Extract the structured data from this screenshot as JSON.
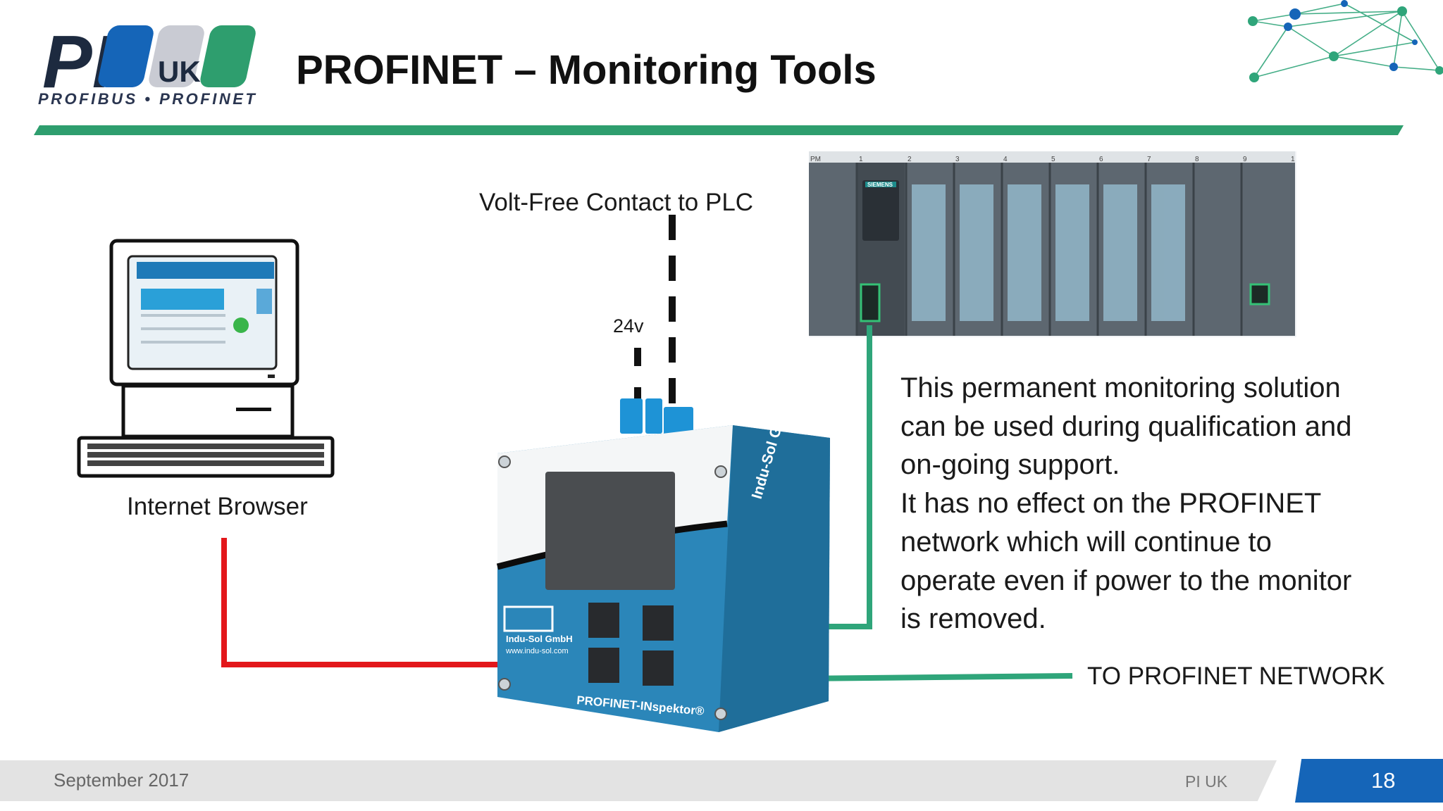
{
  "slide": {
    "title": "PROFINET – Monitoring Tools",
    "logo": {
      "main_text": "PI",
      "sub_text": "UK",
      "tagline": "PROFIBUS • PROFINET"
    },
    "labels": {
      "volt_free": "Volt-Free Contact to PLC",
      "power": "24v",
      "browser": "Internet Browser",
      "network": "TO PROFINET NETWORK"
    },
    "description": [
      "This permanent monitoring solution",
      "can be used during qualification and",
      "on-going support.",
      "It has no effect on the PROFINET",
      "network which will continue to",
      "operate even if power to the monitor",
      "is removed."
    ],
    "device": {
      "brand_side": "Indu-Sol GmbH",
      "brand_front": "Indu-Sol GmbH",
      "website": "www.indu-sol.com",
      "product": "PROFINET-INspektor®"
    },
    "plc_rack": {
      "slot_labels": [
        "PM",
        "1",
        "2",
        "3",
        "4",
        "5",
        "6",
        "7",
        "8",
        "9",
        "1"
      ],
      "cpu_label": "SIEMENS"
    }
  },
  "footer": {
    "date": "September 2017",
    "org": "PI UK",
    "page": "18"
  },
  "colors": {
    "accent_green": "#2e9e6e",
    "brand_blue": "#1565b8",
    "cable_red": "#e3171b",
    "cable_green": "#2fa57a",
    "device_blue": "#2b86b9"
  }
}
